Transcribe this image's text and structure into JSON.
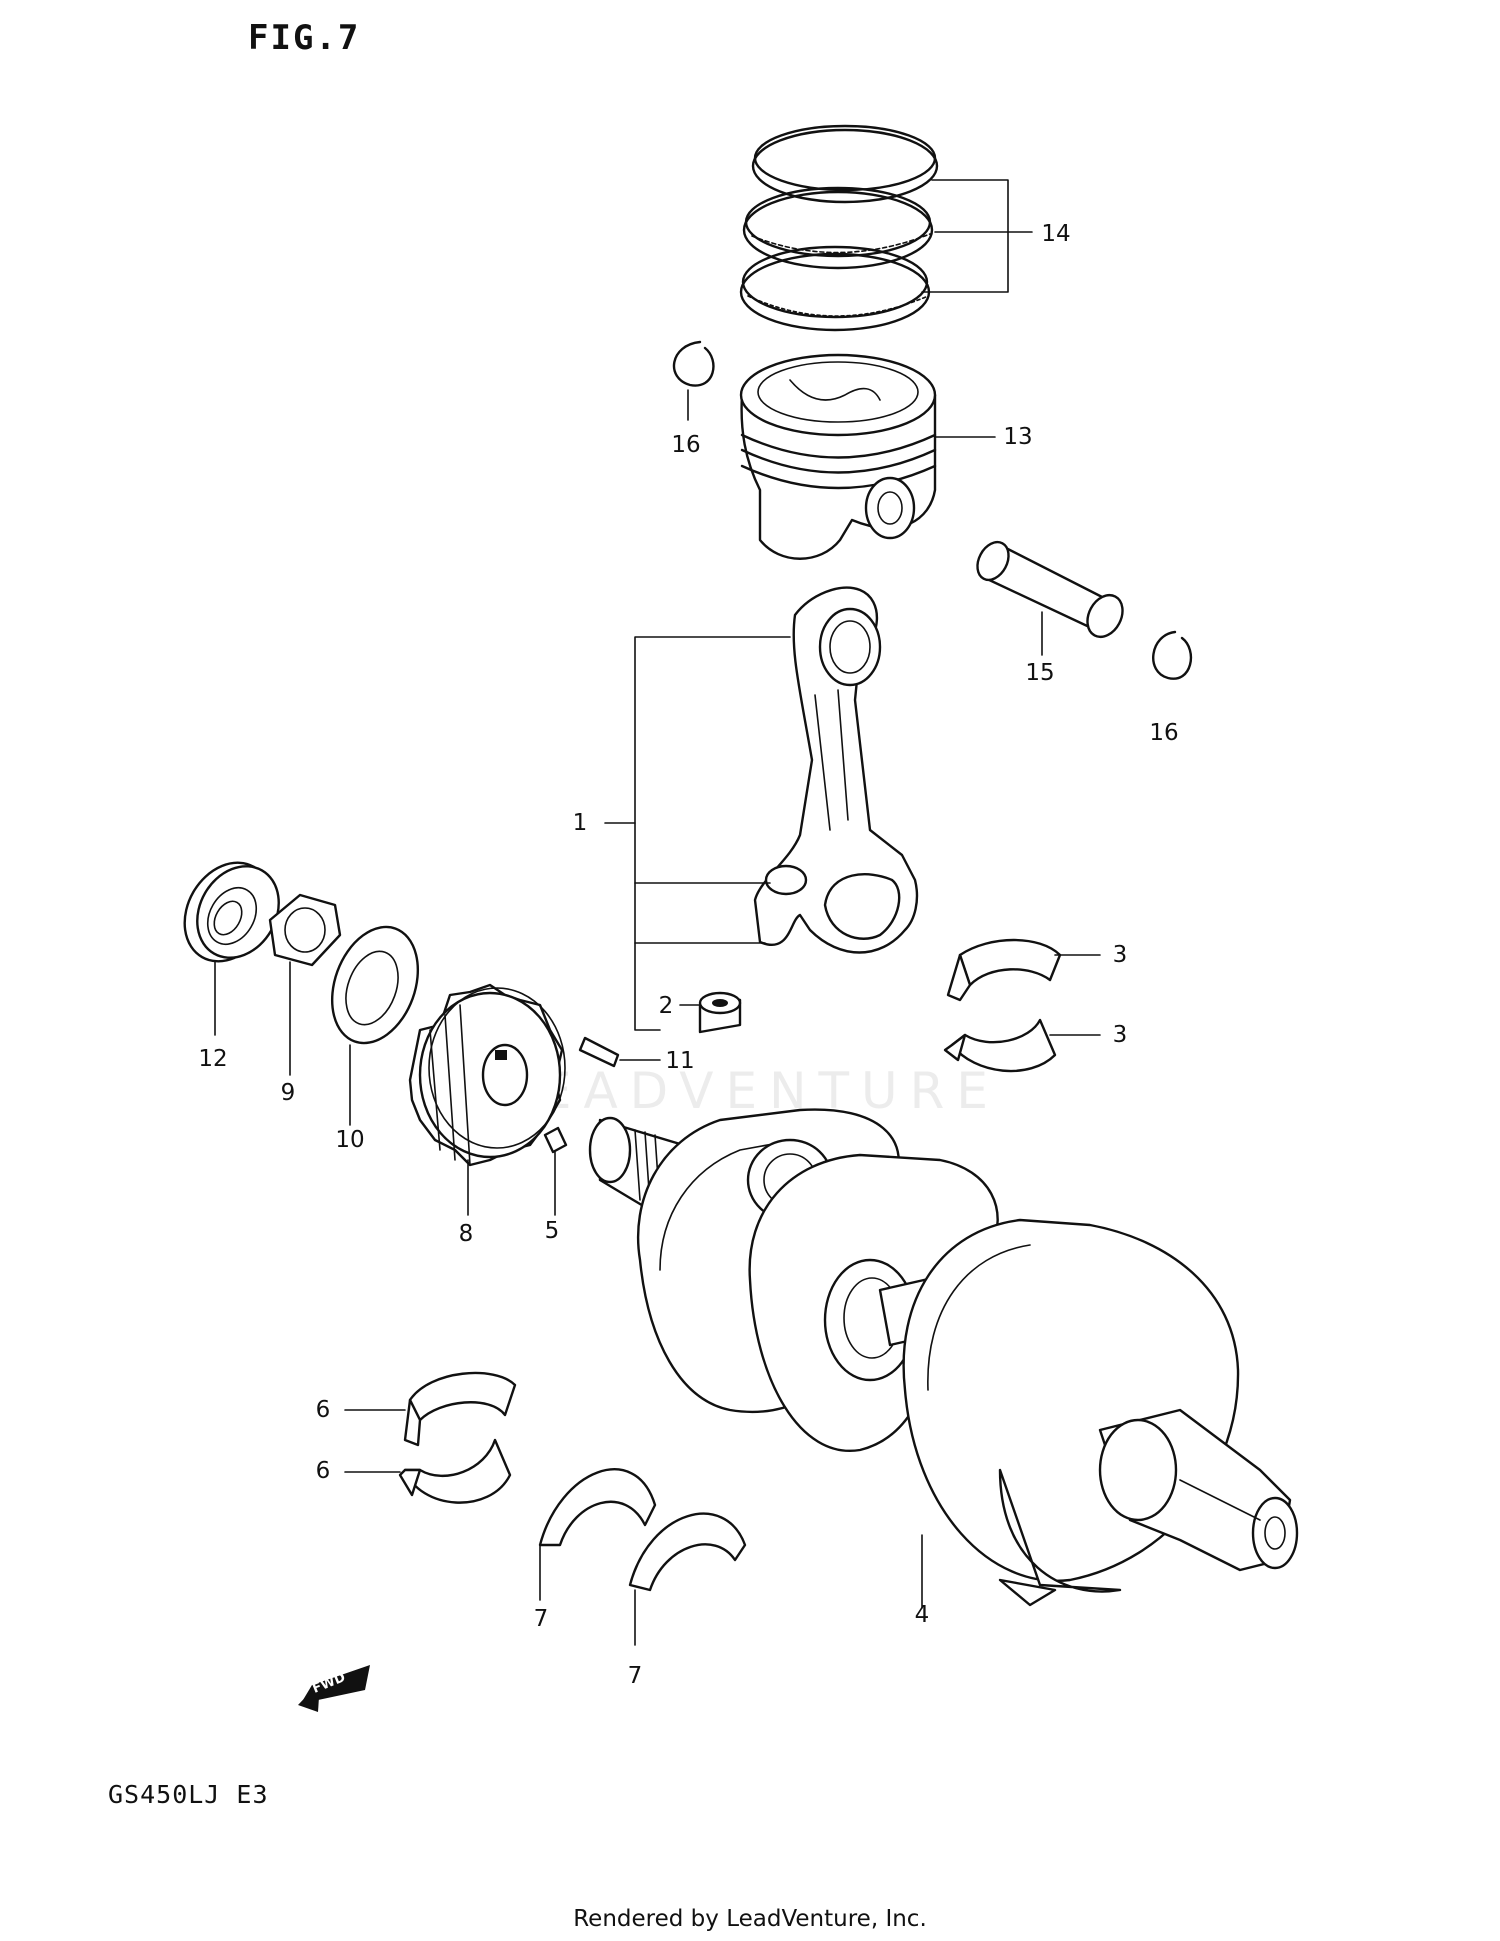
{
  "figure_title": "FIG.7",
  "model_code": "GS450LJ  E3",
  "footer": "Rendered by LeadVenture, Inc.",
  "watermark": "LEADVENTURE",
  "fwd_label": "FWD",
  "callouts": [
    "1",
    "2",
    "3",
    "3",
    "4",
    "5",
    "6",
    "6",
    "7",
    "7",
    "8",
    "9",
    "10",
    "11",
    "12",
    "13",
    "14",
    "15",
    "16",
    "16"
  ]
}
